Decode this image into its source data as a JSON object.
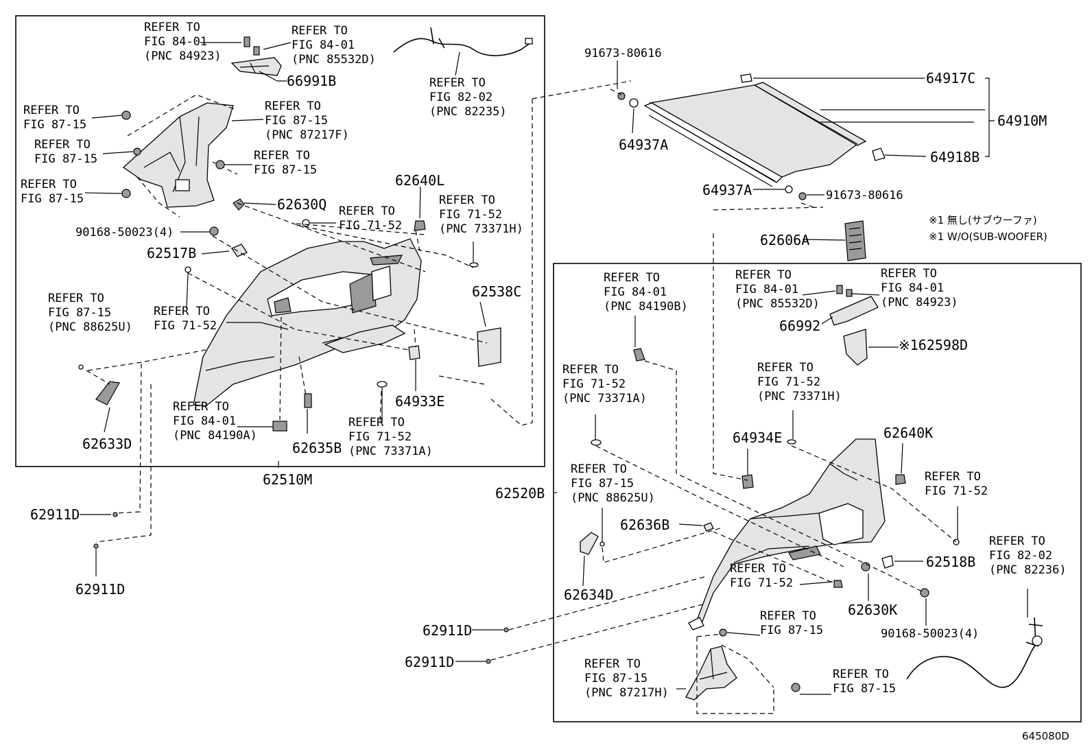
{
  "diagram_id": "645080D",
  "notes": {
    "jp": "※1 無し(サブウーファ)",
    "en": "※1 W/O(SUB-WOOFER)"
  },
  "assemblies": {
    "left": "62510M",
    "right": "62520B",
    "tonneau": "64910M"
  },
  "refer": {
    "r1": [
      "REFER TO",
      "FIG 84-01",
      "(PNC 84923)"
    ],
    "r2": [
      "REFER TO",
      "FIG 84-01",
      "(PNC 85532D)"
    ],
    "r3": [
      "REFER TO",
      "FIG 82-02",
      "(PNC 82235)"
    ],
    "r4": [
      "REFER TO",
      "FIG 87-15"
    ],
    "r5": [
      "REFER TO",
      "FIG 87-15",
      "(PNC 87217F)"
    ],
    "r6": [
      "REFER TO",
      "FIG 87-15"
    ],
    "r7": [
      "REFER TO",
      "FIG 87-15"
    ],
    "r8": [
      "REFER TO",
      "FIG 87-15"
    ],
    "r9": [
      "REFER TO",
      "FIG 71-52"
    ],
    "r10": [
      "REFER TO",
      "FIG 71-52",
      "(PNC 73371H)"
    ],
    "r11": [
      "REFER TO",
      "FIG 87-15",
      "(PNC 88625U)"
    ],
    "r12": [
      "REFER TO",
      "FIG 71-52"
    ],
    "r13": [
      "REFER TO",
      "FIG 84-01",
      "(PNC 84190A)"
    ],
    "r14": [
      "REFER TO",
      "FIG 71-52",
      "(PNC 73371A)"
    ],
    "r15": [
      "REFER TO",
      "FIG 84-01",
      "(PNC 84190B)"
    ],
    "r16": [
      "REFER TO",
      "FIG 84-01",
      "(PNC 85532D)"
    ],
    "r17": [
      "REFER TO",
      "FIG 84-01",
      "(PNC 84923)"
    ],
    "r18": [
      "REFER TO",
      "FIG 71-52",
      "(PNC 73371A)"
    ],
    "r19": [
      "REFER TO",
      "FIG 71-52",
      "(PNC 73371H)"
    ],
    "r20": [
      "REFER TO",
      "FIG 87-15",
      "(PNC 88625U)"
    ],
    "r21": [
      "REFER TO",
      "FIG 71-52"
    ],
    "r22": [
      "REFER TO",
      "FIG 71-52"
    ],
    "r23": [
      "REFER TO",
      "FIG 82-02",
      "(PNC 82236)"
    ],
    "r24": [
      "REFER TO",
      "FIG 87-15"
    ],
    "r25": [
      "REFER TO",
      "FIG 87-15",
      "(PNC 87217H)"
    ],
    "r26": [
      "REFER TO",
      "FIG 87-15"
    ]
  },
  "parts": {
    "p66991B": "66991B",
    "p62630Q": "62630Q",
    "p62640L": "62640L",
    "p90168_L": "90168-50023(4)",
    "p62517B": "62517B",
    "p62538C": "62538C",
    "p64933E": "64933E",
    "p62633D": "62633D",
    "p62635B": "62635B",
    "p62911D_1": "62911D",
    "p62911D_2": "62911D",
    "p62911D_3": "62911D",
    "p62911D_4": "62911D",
    "p91673_1": "91673-80616",
    "p91673_2": "91673-80616",
    "p64937A_1": "64937A",
    "p64937A_2": "64937A",
    "p64917C": "64917C",
    "p64918B": "64918B",
    "p62606A": "62606A",
    "p66992": "66992",
    "p62598D": "※162598D",
    "p64934E": "64934E",
    "p62640K": "62640K",
    "p62636B": "62636B",
    "p62634D": "62634D",
    "p62518B": "62518B",
    "p62630K": "62630K",
    "p90168_R": "90168-50023(4)"
  }
}
